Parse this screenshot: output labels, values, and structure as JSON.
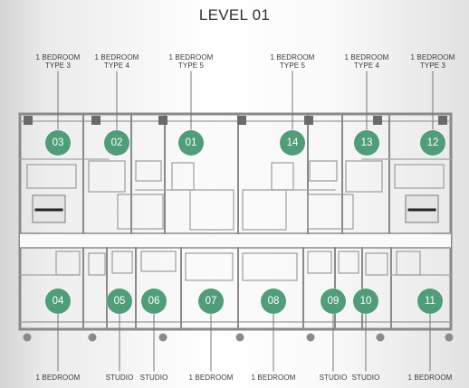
{
  "title": "LEVEL 01",
  "accent_color": "#4f9e78",
  "top_labels": [
    {
      "line1": "1 BEDROOM",
      "line2": "TYPE 3"
    },
    {
      "line1": "1 BEDROOM",
      "line2": "TYPE 4"
    },
    {
      "line1": "1 BEDROOM",
      "line2": "TYPE 5"
    },
    {
      "line1": "1 BEDROOM",
      "line2": "TYPE 5"
    },
    {
      "line1": "1 BEDROOM",
      "line2": "TYPE 4"
    },
    {
      "line1": "1 BEDROOM",
      "line2": "TYPE 3"
    }
  ],
  "top_units": [
    "03",
    "02",
    "01",
    "14",
    "13",
    "12"
  ],
  "bottom_units": [
    "04",
    "05",
    "06",
    "07",
    "08",
    "09",
    "10",
    "11"
  ],
  "bottom_labels": [
    "1 BEDROOM",
    "STUDIO",
    "STUDIO",
    "1 BEDROOM",
    "1 BEDROOM",
    "STUDIO",
    "STUDIO",
    "1 BEDROOM"
  ]
}
